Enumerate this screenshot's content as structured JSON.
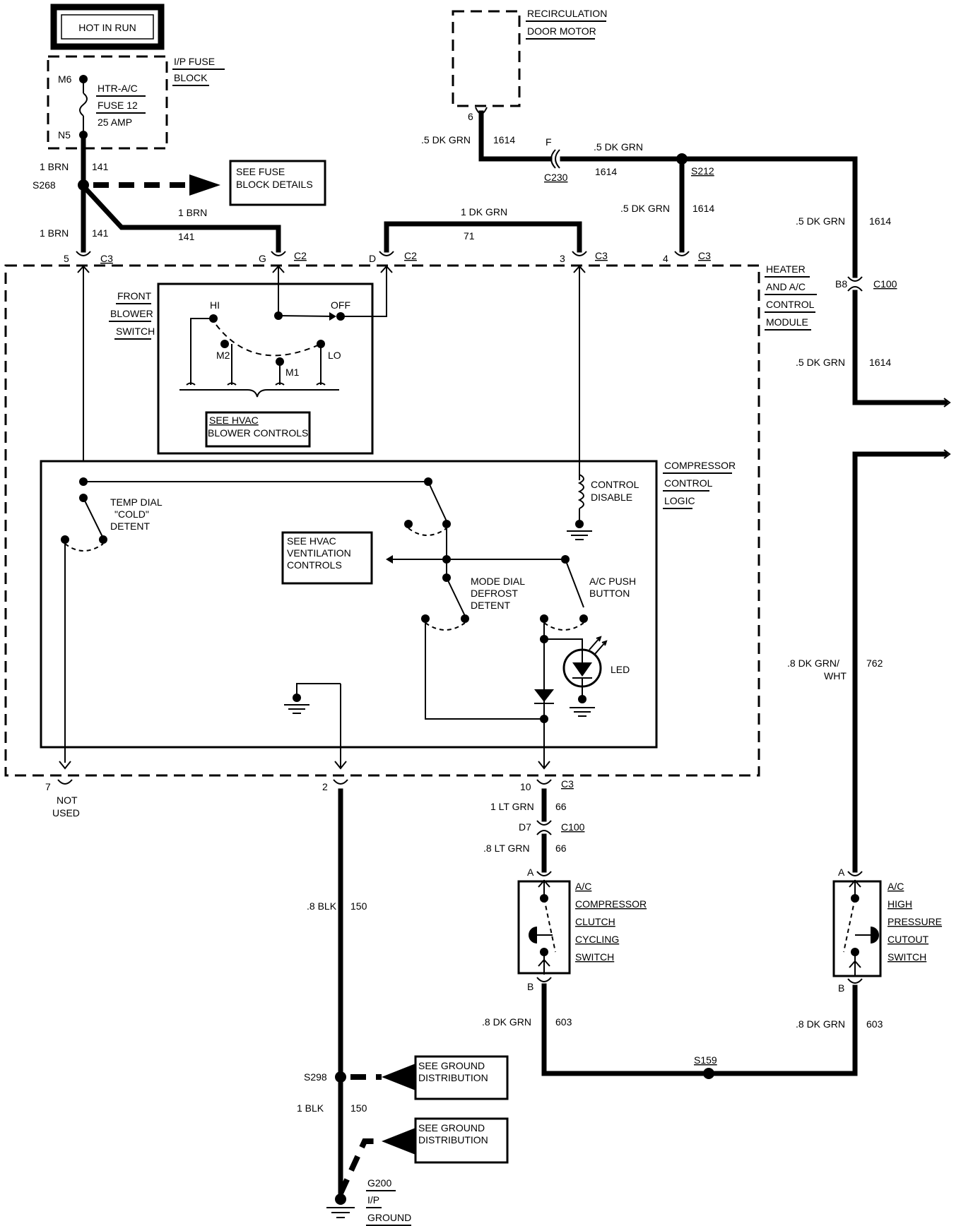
{
  "power": {
    "label": "HOT IN RUN"
  },
  "fuse_block": {
    "name_line1": "I/P FUSE",
    "name_line2": "BLOCK",
    "pin_top": "M6",
    "pin_bottom": "N5",
    "fuse_line1": "HTR-A/C",
    "fuse_line2": "FUSE 12",
    "fuse_line3": "25 AMP"
  },
  "splices": {
    "s268": "S268",
    "s212": "S212",
    "s298": "S298",
    "s159": "S159"
  },
  "refs": {
    "fuse_details_1": "SEE FUSE",
    "fuse_details_2": "BLOCK DETAILS",
    "hvac_blower_1": "SEE HVAC",
    "hvac_blower_2": "BLOWER CONTROLS",
    "hvac_vent_1": "SEE HVAC",
    "hvac_vent_2": "VENTILATION",
    "hvac_vent_3": "CONTROLS",
    "ground_1": "SEE GROUND",
    "ground_2": "DISTRIBUTION"
  },
  "recirc_motor": {
    "line1": "RECIRCULATION",
    "line2": "DOOR MOTOR",
    "pin": "6"
  },
  "module": {
    "line1": "HEATER",
    "line2": "AND A/C",
    "line3": "CONTROL",
    "line4": "MODULE",
    "blower_line1": "FRONT",
    "blower_line2": "BLOWER",
    "blower_line3": "SWITCH",
    "pos_hi": "HI",
    "pos_off": "OFF",
    "pos_m2": "M2",
    "pos_m1": "M1",
    "pos_lo": "LO",
    "ccl_line1": "COMPRESSOR",
    "ccl_line2": "CONTROL",
    "ccl_line3": "LOGIC",
    "control_disable_1": "CONTROL",
    "control_disable_2": "DISABLE",
    "temp_1": "TEMP DIAL",
    "temp_2": "\"COLD\"",
    "temp_3": "DETENT",
    "mode_1": "MODE DIAL",
    "mode_2": "DEFROST",
    "mode_3": "DETENT",
    "ac_btn_1": "A/C PUSH",
    "ac_btn_2": "BUTTON",
    "led": "LED",
    "not_used_1": "NOT",
    "not_used_2": "USED"
  },
  "connectors": {
    "c3": "C3",
    "c2": "C2",
    "c100": "C100",
    "c230": "C230",
    "pin_5": "5",
    "pin_g": "G",
    "pin_d": "D",
    "pin_3": "3",
    "pin_4": "4",
    "pin_7": "7",
    "pin_2": "2",
    "pin_10": "10",
    "pin_b8": "B8",
    "pin_d7": "D7",
    "pin_f": "F",
    "pin_a": "A",
    "pin_b": "B"
  },
  "wires": {
    "brn_1": "1 BRN",
    "c141": "141",
    "dkgrn_1": "1 DK GRN",
    "c71": "71",
    "dkgrn_05": ".5 DK GRN",
    "c1614": "1614",
    "ltgrn_1": "1 LT GRN",
    "ltgrn_08": ".8 LT GRN",
    "c66": "66",
    "blk_08": ".8 BLK",
    "blk_1": "1 BLK",
    "c150": "150",
    "dkgrn_08": ".8 DK GRN",
    "c603": "603",
    "dkgrnwht_1": ".8 DK GRN/",
    "dkgrnwht_2": "WHT",
    "c762": "762"
  },
  "clutch_switch": {
    "l1": "A/C",
    "l2": "COMPRESSOR",
    "l3": "CLUTCH",
    "l4": "CYCLING",
    "l5": "SWITCH"
  },
  "pressure_switch": {
    "l1": "A/C",
    "l2": "HIGH",
    "l3": "PRESSURE",
    "l4": "CUTOUT",
    "l5": "SWITCH"
  },
  "ground": {
    "l1": "G200",
    "l2": "I/P",
    "l3": "GROUND"
  }
}
